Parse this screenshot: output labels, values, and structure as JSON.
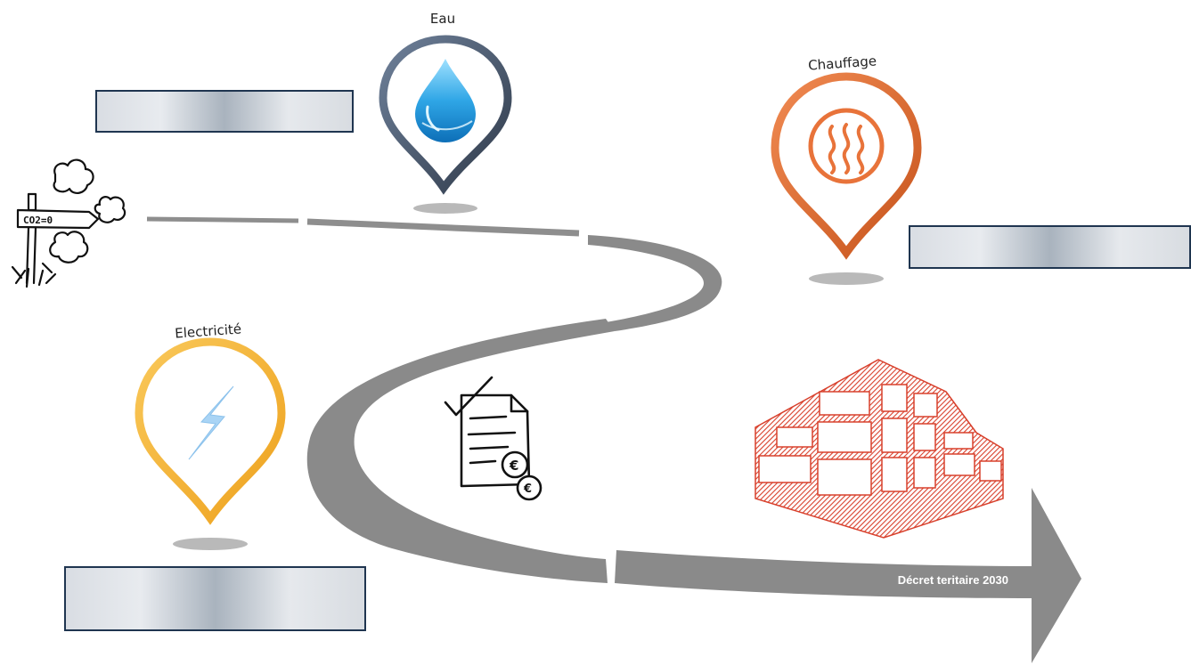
{
  "pins": {
    "eau": {
      "label": "Eau",
      "color": "#4a5a70",
      "icon": "water-drop-icon"
    },
    "chauffage": {
      "label": "Chauffage",
      "color": "#e2733a",
      "icon": "heating-waves-icon"
    },
    "electricite": {
      "label": "Electricité",
      "color": "#f3b13a",
      "icon": "lightning-bolt-icon"
    }
  },
  "start_sign": {
    "text": "CO2=0",
    "icon": "signpost-clouds-icon"
  },
  "road": {
    "label": "Décret teritaire 2030",
    "color": "#8c8c8c"
  },
  "document_icon": "invoice-euro-icon",
  "building_icon": "red-building-icon",
  "label_boxes": [
    "top-left",
    "top-right",
    "bottom-left"
  ]
}
